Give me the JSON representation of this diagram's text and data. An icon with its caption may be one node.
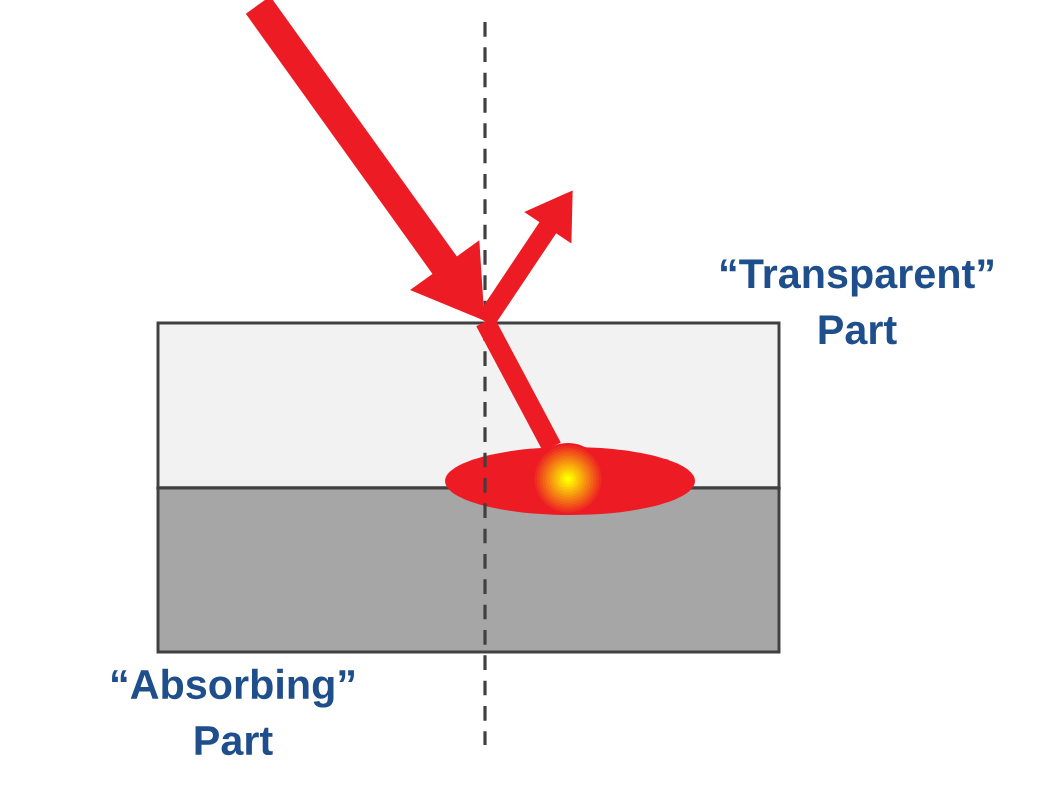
{
  "diagram": {
    "nodes": [
      {
        "text": [
          "“Transparent” Part"
        ]
      },
      {
        "text": [
          "“Absorbing” Part"
        ]
      },
      {
        "text": [],
        "shape": "ellipse"
      }
    ],
    "edges": [
      {
        "from": null,
        "to": 0,
        "arrow": "to"
      },
      {
        "from": 0,
        "to": null,
        "arrow": "to"
      },
      {
        "from": 0,
        "to": 2,
        "arrow": "none"
      }
    ]
  }
}
